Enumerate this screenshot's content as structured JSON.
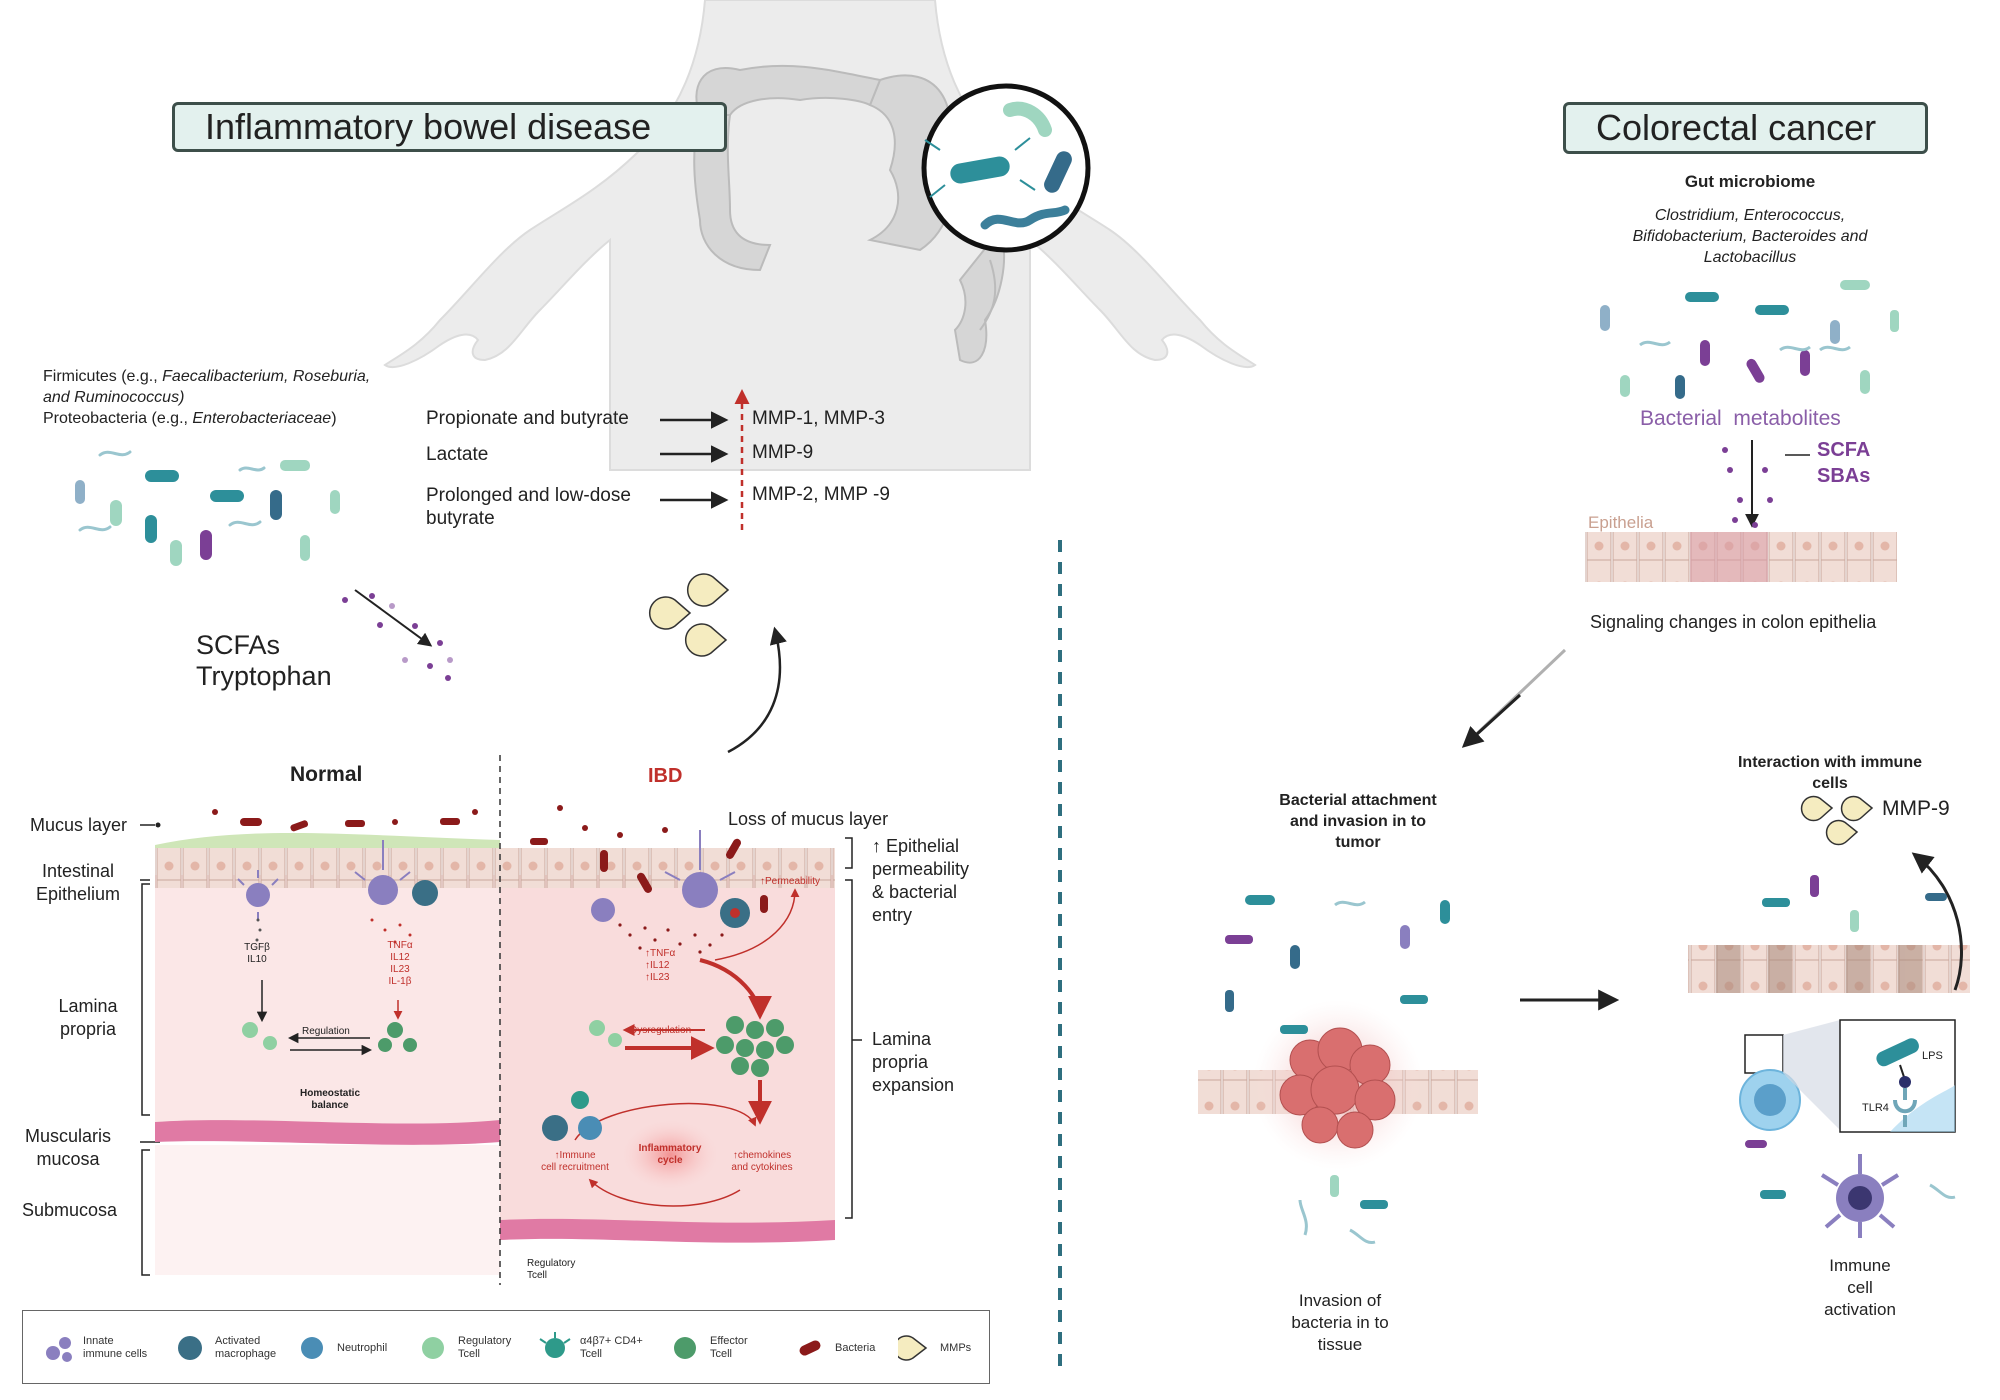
{
  "ibd": {
    "title": "Inflammatory bowel disease",
    "microbes": {
      "firmicutes_prefix": "Firmicutes (e.g., ",
      "firmicutes_italic": "Faecalibacterium, Roseburia,",
      "firmicutes_line2": "and Ruminococcus)",
      "proteo_prefix": "Proteobacteria (e.g., ",
      "proteo_italic": "Enterobacteriaceae",
      "proteo_suffix": ")"
    },
    "metabolites": {
      "line1": "SCFAs",
      "line2": "Tryptophan"
    },
    "mmp_table": [
      {
        "left": "Propionate and butyrate",
        "right": "MMP-1, MMP-3"
      },
      {
        "left": "Lactate",
        "right": "MMP-9"
      },
      {
        "left": "Prolonged and low-dose",
        "left2": "butyrate",
        "right": "MMP-2, MMP -9"
      }
    ],
    "panel": {
      "normal_label": "Normal",
      "ibd_label": "IBD",
      "left_labels": {
        "mucus": "Mucus layer",
        "epithelium1": "Intestinal",
        "epithelium2": "Epithelium",
        "lamina1": "Lamina",
        "lamina2": "propria",
        "musc1": "Muscularis",
        "musc2": "mucosa",
        "submucosa": "Submucosa"
      },
      "right_labels": {
        "loss_mucus": "Loss of mucus layer",
        "perm1": "↑ Epithelial",
        "perm2": "permeability",
        "perm3": "& bacterial",
        "perm4": "entry",
        "lp1": "Lamina",
        "lp2": "propria",
        "lp3": "expansion"
      },
      "normal": {
        "tgfb": "TGFβ",
        "il10": "IL10",
        "tnfa": "TNFα",
        "il12": "IL12",
        "il23": "IL23",
        "il1b": "IL-1β",
        "regulation": "Regulation",
        "homeostatic1": "Homeostatic",
        "homeostatic2": "balance"
      },
      "ibd": {
        "permeability": "↑Permeability",
        "tnfa": "↑TNFα",
        "il12": "↑IL12",
        "il23": "↑IL23",
        "dysregulation": "Dysregulation",
        "immune1": "↑Immune",
        "immune2": "cell recruitment",
        "cycle1": "Inflammatory",
        "cycle2": "cycle",
        "chem1": "↑chemokines",
        "chem2": "and cytokines",
        "treg1": "Regulatory",
        "treg2": "Tcell"
      }
    },
    "legend": [
      {
        "icon": "innate-immune-cell-icon",
        "line1": "Innate",
        "line2": "immune cells",
        "color": "#8a7fbf"
      },
      {
        "icon": "activated-macrophage-icon",
        "line1": "Activated",
        "line2": "macrophage",
        "color": "#3a6f86"
      },
      {
        "icon": "neutrophil-icon",
        "line1": "Neutrophil",
        "line2": "",
        "color": "#4a8db5"
      },
      {
        "icon": "regulatory-tcell-icon",
        "line1": "Regulatory",
        "line2": "Tcell",
        "color": "#8fd0a2"
      },
      {
        "icon": "cd4-tcell-icon",
        "line1": "α4β7+ CD4+",
        "line2": "Tcell",
        "color": "#2e9a8a"
      },
      {
        "icon": "effector-tcell-icon",
        "line1": "Effector",
        "line2": "Tcell",
        "color": "#4d9b6a"
      },
      {
        "icon": "bacteria-icon",
        "line1": "Bacteria",
        "line2": "",
        "color": "#8b1a1a"
      },
      {
        "icon": "mmp-icon",
        "line1": "MMPs",
        "line2": "",
        "color": "#f5ecc0"
      }
    ]
  },
  "crc": {
    "title": "Colorectal cancer",
    "gut_microbiome": "Gut microbiome",
    "species1": "Clostridium, Enterococcus,",
    "species2": "Bifidobacterium, Bacteroides and",
    "species3": "Lactobacillus",
    "bacterial_metabolites": "Bacterial  metabolites",
    "scfa": "SCFA",
    "sbas": "SBAs",
    "epithelia": "Epithelia",
    "signaling": "Signaling changes in colon epithelia",
    "attachment1": "Bacterial attachment",
    "attachment2": "and invasion in to",
    "attachment3": "tumor",
    "invasion1": "Invasion of",
    "invasion2": "bacteria in to",
    "invasion3": "tissue",
    "interaction1": "Interaction with immune",
    "interaction2": "cells",
    "mmp9": "MMP-9",
    "lps": "LPS",
    "tlr4": "TLR4",
    "activation1": "Immune",
    "activation2": "cell",
    "activation3": "activation"
  },
  "colors": {
    "title_bg": "#e3f1ee",
    "ibd_red": "#c0302b",
    "purple": "#7b3f95",
    "teal": "#2d8f9a",
    "divider": "#2f6f7f"
  }
}
